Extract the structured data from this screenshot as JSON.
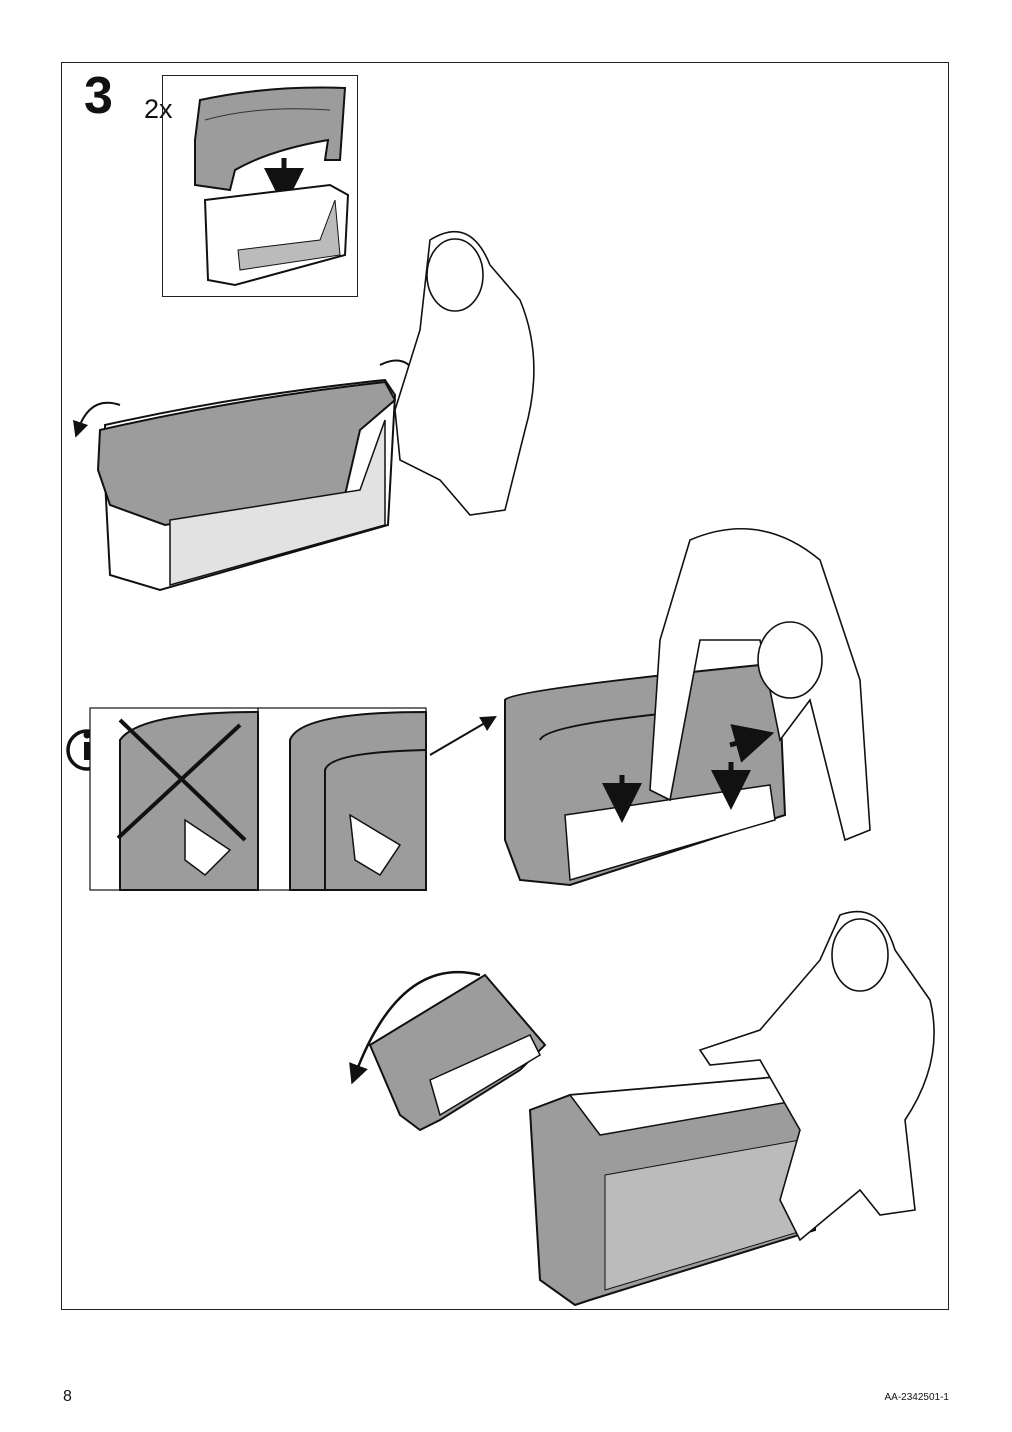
{
  "step": {
    "number": "3",
    "quantity": "2x"
  },
  "footer": {
    "page_number": "8",
    "document_code": "AA-2342501-1"
  },
  "icons": {
    "info": "info-icon"
  }
}
